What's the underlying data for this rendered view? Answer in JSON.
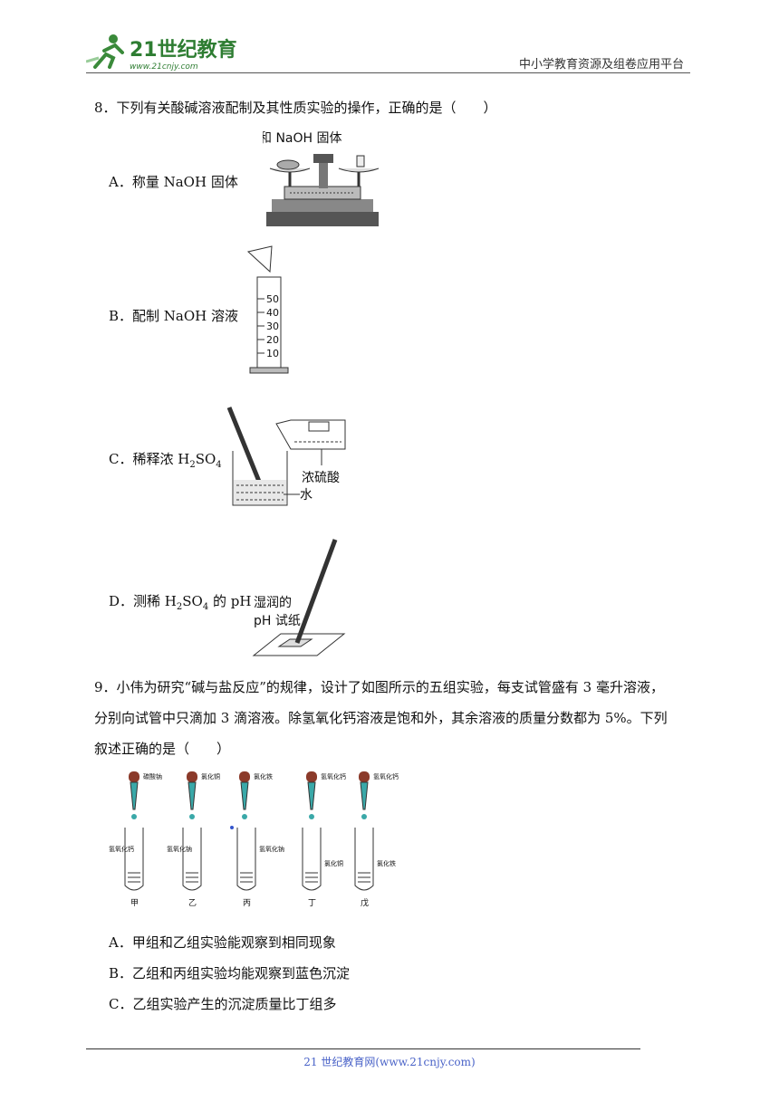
{
  "header": {
    "logo_text": "21世纪教育",
    "logo_url": "www.21cnjy.com",
    "right_text": "中小学教育资源及组卷应用平台"
  },
  "q8": {
    "stem": "8．下列有关酸碱溶液配制及其性质实验的操作，正确的是（　　）",
    "a": "A．称量 NaOH 固体",
    "b": "B．配制 NaOH 溶液",
    "c_prefix": "C．稀释浓 H",
    "c_mid": "SO",
    "d_prefix": "D．测稀 H",
    "d_mid": "SO",
    "d_suffix": " 的 pH",
    "fig_a_label": "纸和 NaOH 固体",
    "fig_b_ticks": [
      "50",
      "40",
      "30",
      "20",
      "10"
    ],
    "fig_c_acid": "浓硫酸",
    "fig_c_water": "水",
    "fig_d_label1": "湿润的",
    "fig_d_label2": "pH 试纸"
  },
  "q9": {
    "line1": "9．小伟为研究“碱与盐反应”的规律，设计了如图所示的五组实验，每支试管盛有 3 毫升溶液，",
    "line2": "分别向试管中只滴加 3 滴溶液。除氢氧化钙溶液是饱和外，其余溶液的质量分数都为 5%。下列",
    "line3": "叙述正确的是（　　）",
    "groups": [
      "甲",
      "乙",
      "丙",
      "丁",
      "戊"
    ],
    "drop_labels": [
      "碳酸钠",
      "氯化铜",
      "氯化铁",
      "氢氧化钙",
      "氢氧化钙"
    ],
    "tube_labels": [
      "氢氧化钙",
      "氢氧化钠",
      "氢氧化钠",
      "氯化铜",
      "氯化铁"
    ],
    "a": "A．甲组和乙组实验能观察到相同现象",
    "b": "B．乙组和丙组实验均能观察到蓝色沉淀",
    "c": "C．乙组实验产生的沉淀质量比丁组多"
  },
  "footer": {
    "text": "21 世纪教育网(www.21cnjy.com)"
  },
  "colors": {
    "logo_green": "#3a8a3a",
    "footer_blue": "#4a63c8",
    "dropper_bulb": "#8b3a2a",
    "dropper_liquid": "#3aa8a8"
  }
}
